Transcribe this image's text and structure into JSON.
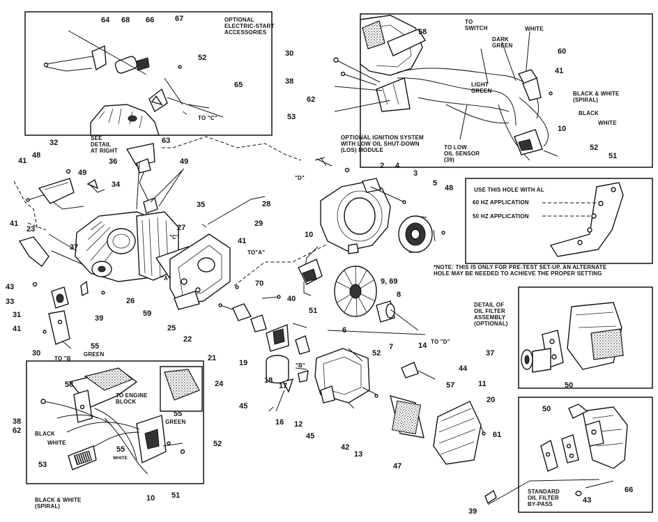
{
  "callouts": [
    {
      "id": "n64a",
      "text": "64"
    },
    {
      "id": "n68",
      "text": "68"
    },
    {
      "id": "n66a",
      "text": "66"
    },
    {
      "id": "n67",
      "text": "67"
    },
    {
      "id": "n52a",
      "text": "52"
    },
    {
      "id": "n65",
      "text": "65"
    },
    {
      "id": "n63",
      "text": "63"
    },
    {
      "id": "n30a",
      "text": "30"
    },
    {
      "id": "n58a",
      "text": "58"
    },
    {
      "id": "n60",
      "text": "60"
    },
    {
      "id": "n41a",
      "text": "41"
    },
    {
      "id": "n38a",
      "text": "38"
    },
    {
      "id": "n62a",
      "text": "62"
    },
    {
      "id": "n53a",
      "text": "53"
    },
    {
      "id": "n10a",
      "text": "10"
    },
    {
      "id": "n52b",
      "text": "52"
    },
    {
      "id": "n51a",
      "text": "51"
    },
    {
      "id": "n32",
      "text": "32"
    },
    {
      "id": "n48a",
      "text": "48"
    },
    {
      "id": "n41b",
      "text": "41"
    },
    {
      "id": "n36",
      "text": "36"
    },
    {
      "id": "n49a",
      "text": "49"
    },
    {
      "id": "n49b",
      "text": "49"
    },
    {
      "id": "n34",
      "text": "34"
    },
    {
      "id": "n35",
      "text": "35"
    },
    {
      "id": "n41c",
      "text": "41"
    },
    {
      "id": "n23",
      "text": "23"
    },
    {
      "id": "n27",
      "text": "27"
    },
    {
      "id": "n28",
      "text": "28"
    },
    {
      "id": "n29",
      "text": "29"
    },
    {
      "id": "n2",
      "text": "2"
    },
    {
      "id": "n4",
      "text": "4"
    },
    {
      "id": "n3",
      "text": "3"
    },
    {
      "id": "n5",
      "text": "5"
    },
    {
      "id": "n48b",
      "text": "48"
    },
    {
      "id": "n37a",
      "text": "37"
    },
    {
      "id": "n41d",
      "text": "41"
    },
    {
      "id": "n43a",
      "text": "43"
    },
    {
      "id": "n10b",
      "text": "10"
    },
    {
      "id": "n33",
      "text": "33"
    },
    {
      "id": "n26",
      "text": "26"
    },
    {
      "id": "n59",
      "text": "59"
    },
    {
      "id": "n969",
      "text": "9, 69"
    },
    {
      "id": "n8",
      "text": "8"
    },
    {
      "id": "n31",
      "text": "31"
    },
    {
      "id": "n39a",
      "text": "39"
    },
    {
      "id": "n25",
      "text": "25"
    },
    {
      "id": "n22",
      "text": "22"
    },
    {
      "id": "n70",
      "text": "70"
    },
    {
      "id": "n40",
      "text": "40"
    },
    {
      "id": "n51b",
      "text": "51"
    },
    {
      "id": "n6",
      "text": "6"
    },
    {
      "id": "n7",
      "text": "7"
    },
    {
      "id": "n41e",
      "text": "41"
    },
    {
      "id": "n37b",
      "text": "37"
    },
    {
      "id": "n21",
      "text": "21"
    },
    {
      "id": "n19",
      "text": "19"
    },
    {
      "id": "n14",
      "text": "14"
    },
    {
      "id": "n52c",
      "text": "52"
    },
    {
      "id": "n44",
      "text": "44"
    },
    {
      "id": "n11",
      "text": "11"
    },
    {
      "id": "n30b",
      "text": "30"
    },
    {
      "id": "n55a",
      "text": "55"
    },
    {
      "id": "n18",
      "text": "18"
    },
    {
      "id": "n17",
      "text": "17"
    },
    {
      "id": "n57",
      "text": "57"
    },
    {
      "id": "n50a",
      "text": "50"
    },
    {
      "id": "n58b",
      "text": "58"
    },
    {
      "id": "n24",
      "text": "24"
    },
    {
      "id": "n20",
      "text": "20"
    },
    {
      "id": "n45a",
      "text": "45"
    },
    {
      "id": "n16",
      "text": "16"
    },
    {
      "id": "n12",
      "text": "12"
    },
    {
      "id": "n55b",
      "text": "55"
    },
    {
      "id": "n38b",
      "text": "38"
    },
    {
      "id": "n62b",
      "text": "62"
    },
    {
      "id": "n52d",
      "text": "52"
    },
    {
      "id": "n45b",
      "text": "45"
    },
    {
      "id": "n42",
      "text": "42"
    },
    {
      "id": "n13",
      "text": "13"
    },
    {
      "id": "n47",
      "text": "47"
    },
    {
      "id": "n50b",
      "text": "50"
    },
    {
      "id": "n61",
      "text": "61"
    },
    {
      "id": "n55c",
      "text": "55"
    },
    {
      "id": "n53b",
      "text": "53"
    },
    {
      "id": "n10c",
      "text": "10"
    },
    {
      "id": "n51c",
      "text": "51"
    },
    {
      "id": "n66b",
      "text": "66"
    },
    {
      "id": "n39b",
      "text": "39"
    },
    {
      "id": "n43b",
      "text": "43"
    }
  ],
  "labels": {
    "electric_start": "OPTIONAL\nELECTRIC-START\nACCESSORIES",
    "to_c": "TO \"C\"",
    "see_detail": "SEE\nDETAIL\nAT RIGHT",
    "to_switch": "TO\nSWITCH",
    "dark_green": "DARK\nGREEN",
    "white_top": "WHITE",
    "light_green": "LIGHT\nGREEN",
    "black_white_spiral_top": "BLACK & WHITE\n(SPIRAL)",
    "black_top": "BLACK",
    "white_mid": "WHITE",
    "to_low_oil": "TO LOW\nOIL SENSOR\n(39)",
    "ignition": "OPTIONAL IGNITION SYSTEM\nWITH LOW OIL SHUT-DOWN\n(LOS) MODULE",
    "d_mark": "\"D\"",
    "c_mark": "\"C\"",
    "a_mark_1": "\"A\"",
    "to_a": "TO\"A\"",
    "b_mark": "\"B\"",
    "to_d": "TO \"D\"",
    "to_b": "TO \"B",
    "use_hole": "USE THIS HOLE WITH AL",
    "hz60": "60 Hz APPLICATION",
    "hz50": "50 Hz APPLICATION",
    "note": "*NOTE: THIS IS ONLY FOR PRE-TEST SET-UP. AN ALTERNATE\nHOLE MAY BE NEEDED TO ACHIEVE THE PROPER SETTING",
    "oil_detail": "DETAIL OF\nOIL FILTER\nASSEMBLY\n(OPTIONAL)",
    "green_1": "GREEN",
    "to_engine_block": "TO ENGINE\nBLOCK",
    "green_2": "GREEN",
    "black_bl": "BLACK",
    "white_bl": "WHITE",
    "white_small": "WHITE",
    "black_white_spiral_bl": "BLACK & WHITE\n(SPIRAL)",
    "standard_bypass": "STANDARD\nOIL FILTER\nBY-PASS"
  }
}
